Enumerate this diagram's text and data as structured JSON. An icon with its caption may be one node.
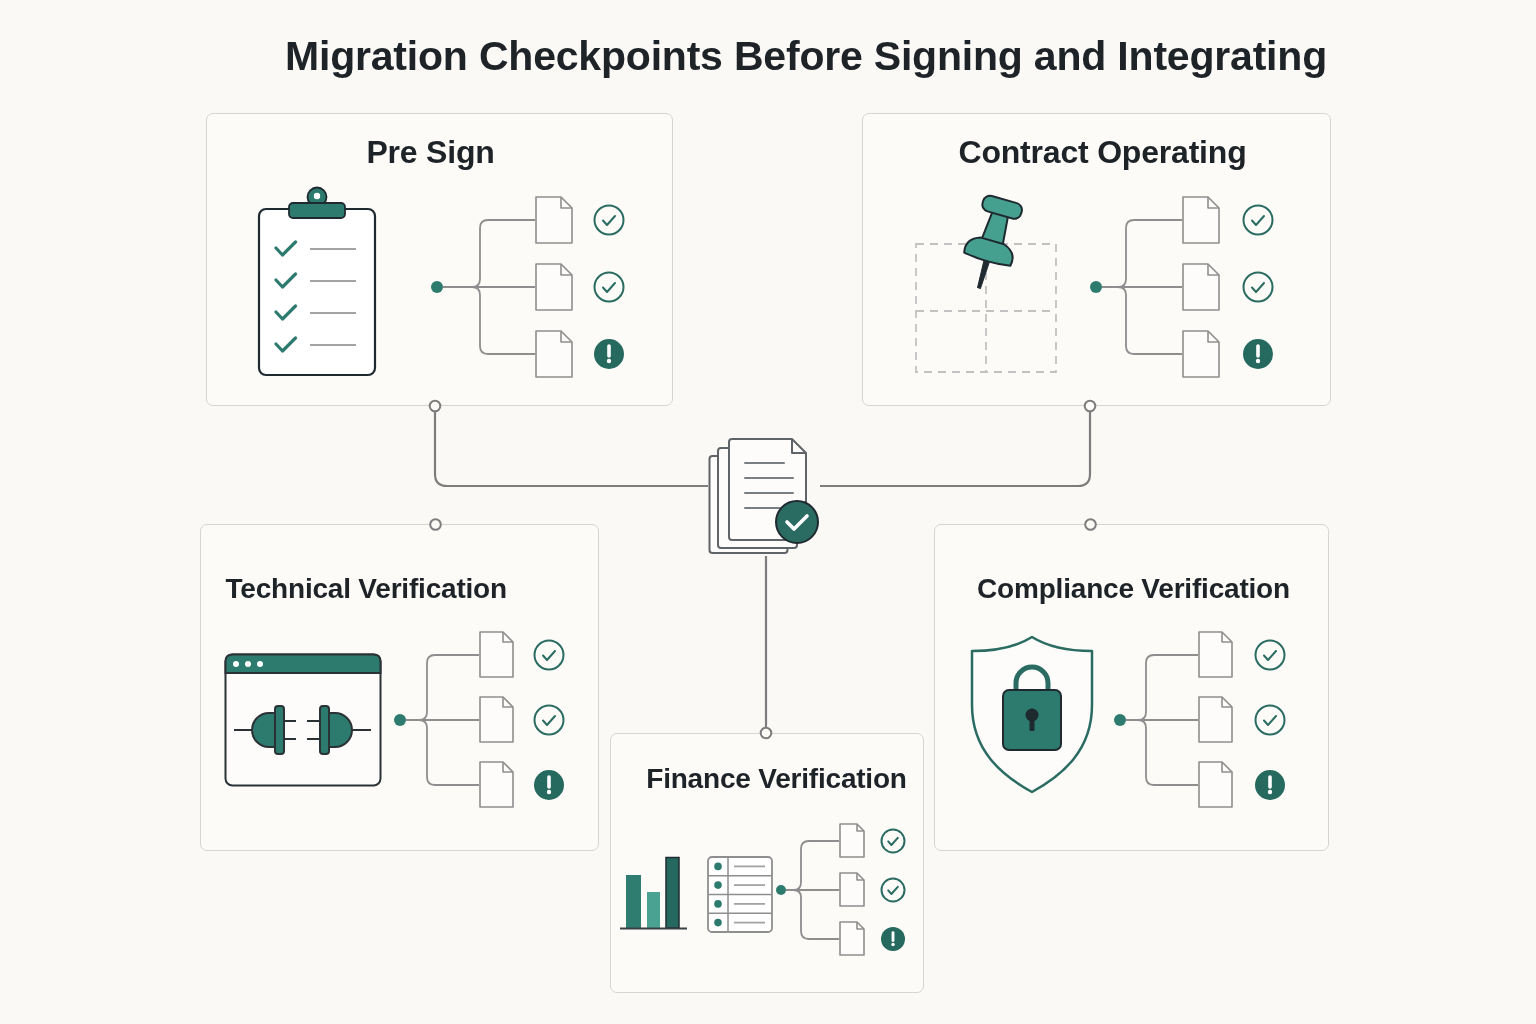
{
  "diagram": {
    "title": "Migration Checkpoints Before Signing and Integrating",
    "nodes": [
      {
        "text": [
          "Pre Sign"
        ]
      },
      {
        "text": [],
        "shape": "dot",
        "in": 0
      },
      {
        "text": [],
        "shape": "document",
        "in": 0
      },
      {
        "text": [],
        "shape": "document",
        "in": 0
      },
      {
        "text": [],
        "shape": "document",
        "in": 0
      },
      {
        "text": [
          "Contract Operating"
        ]
      },
      {
        "text": [],
        "shape": "dot",
        "in": 5
      },
      {
        "text": [],
        "shape": "document",
        "in": 5
      },
      {
        "text": [],
        "shape": "document",
        "in": 5
      },
      {
        "text": [],
        "shape": "document",
        "in": 5
      },
      {
        "text": [],
        "shape": "picture"
      },
      {
        "text": [
          "Technical Verification"
        ]
      },
      {
        "text": [],
        "shape": "dot",
        "in": 11
      },
      {
        "text": [],
        "shape": "document",
        "in": 11
      },
      {
        "text": [],
        "shape": "document",
        "in": 11
      },
      {
        "text": [],
        "shape": "document",
        "in": 11
      },
      {
        "text": [
          "Compliance Verification"
        ]
      },
      {
        "text": [],
        "shape": "dot",
        "in": 16
      },
      {
        "text": [],
        "shape": "document",
        "in": 16
      },
      {
        "text": [],
        "shape": "document",
        "in": 16
      },
      {
        "text": [],
        "shape": "document",
        "in": 16
      },
      {
        "text": [
          "Finance Verification"
        ]
      },
      {
        "text": [],
        "shape": "dot",
        "in": 21
      },
      {
        "text": [],
        "shape": "document",
        "in": 21
      },
      {
        "text": [],
        "shape": "document",
        "in": 21
      },
      {
        "text": [],
        "shape": "document",
        "in": 21
      }
    ],
    "edges": [
      {
        "from": 10,
        "to": 0,
        "arrow": "other"
      },
      {
        "from": 10,
        "to": 5,
        "arrow": "other"
      },
      {
        "from": 10,
        "to": 21,
        "arrow": "other"
      },
      {
        "from": 1,
        "to": 2,
        "arrow": "none"
      },
      {
        "from": 1,
        "to": 3,
        "arrow": "none"
      },
      {
        "from": 1,
        "to": 4,
        "arrow": "none"
      },
      {
        "from": 6,
        "to": 7,
        "arrow": "none"
      },
      {
        "from": 6,
        "to": 8,
        "arrow": "none"
      },
      {
        "from": 6,
        "to": 9,
        "arrow": "none"
      },
      {
        "from": 12,
        "to": 13,
        "arrow": "none"
      },
      {
        "from": 12,
        "to": 14,
        "arrow": "none"
      },
      {
        "from": 12,
        "to": 15,
        "arrow": "none"
      },
      {
        "from": 17,
        "to": 18,
        "arrow": "none"
      },
      {
        "from": 17,
        "to": 19,
        "arrow": "none"
      },
      {
        "from": 17,
        "to": 20,
        "arrow": "none"
      },
      {
        "from": 22,
        "to": 23,
        "arrow": "none"
      },
      {
        "from": 22,
        "to": 24,
        "arrow": "none"
      },
      {
        "from": 22,
        "to": 25,
        "arrow": "none"
      }
    ]
  }
}
